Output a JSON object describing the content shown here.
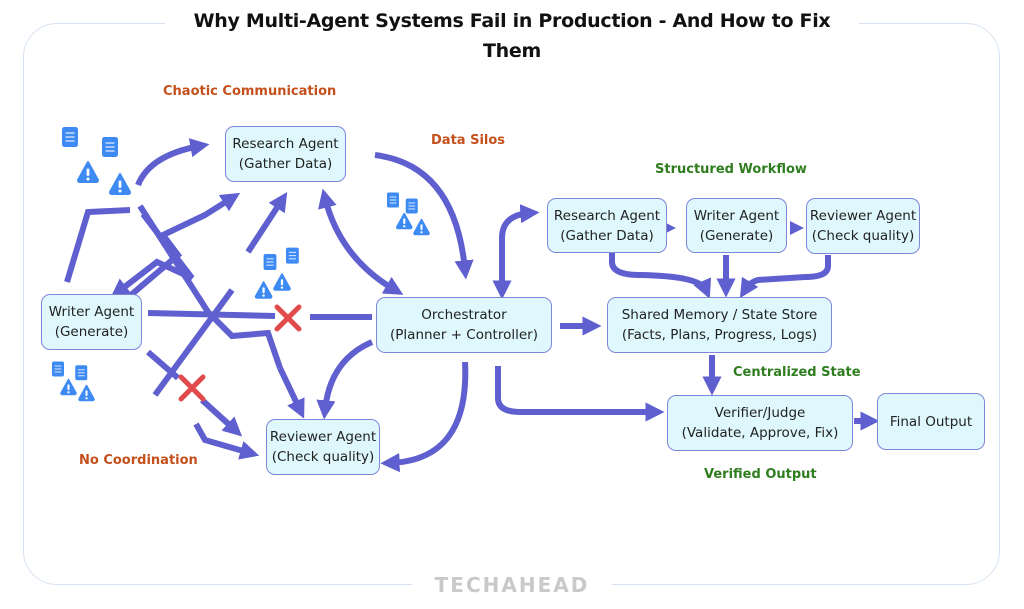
{
  "title": "Why Multi-Agent Systems Fail in Production - And How to Fix Them",
  "brand": "TECHAHEAD",
  "colors": {
    "arrow": "#5f5fcf",
    "node_fill": "#def8fd",
    "node_border": "#7f86d8",
    "problem_label": "#c4501c",
    "solution_label": "#2f7d1f",
    "error_x": "#e24b4b",
    "doc_icon": "#3d8bf2",
    "frame": "#d6e2f3"
  },
  "problem_side": {
    "labels": {
      "chaotic": "Chaotic Communication",
      "silos": "Data Silos",
      "no_coord": "No Coordination"
    },
    "nodes": {
      "research": {
        "line1": "Research Agent",
        "line2": "(Gather Data)"
      },
      "writer": {
        "line1": "Writer Agent",
        "line2": "(Generate)"
      },
      "reviewer": {
        "line1": "Reviewer Agent",
        "line2": "(Check quality)"
      }
    },
    "icons": [
      "document-icon",
      "warning-icon",
      "error-x-icon"
    ]
  },
  "orchestrator": {
    "line1": "Orchestrator",
    "line2": "(Planner + Controller)"
  },
  "solution_side": {
    "labels": {
      "structured": "Structured Workflow",
      "centralized": "Centralized State",
      "verified": "Verified Output"
    },
    "nodes": {
      "research": {
        "line1": "Research Agent",
        "line2": "(Gather Data)"
      },
      "writer": {
        "line1": "Writer Agent",
        "line2": "(Generate)"
      },
      "reviewer": {
        "line1": "Reviewer Agent",
        "line2": "(Check quality)"
      },
      "memory": {
        "line1": "Shared Memory / State Store",
        "line2": "(Facts, Plans, Progress, Logs)"
      },
      "verifier": {
        "line1": "Verifier/Judge",
        "line2": "(Validate, Approve, Fix)"
      },
      "final": {
        "line1": "Final Output"
      }
    }
  }
}
